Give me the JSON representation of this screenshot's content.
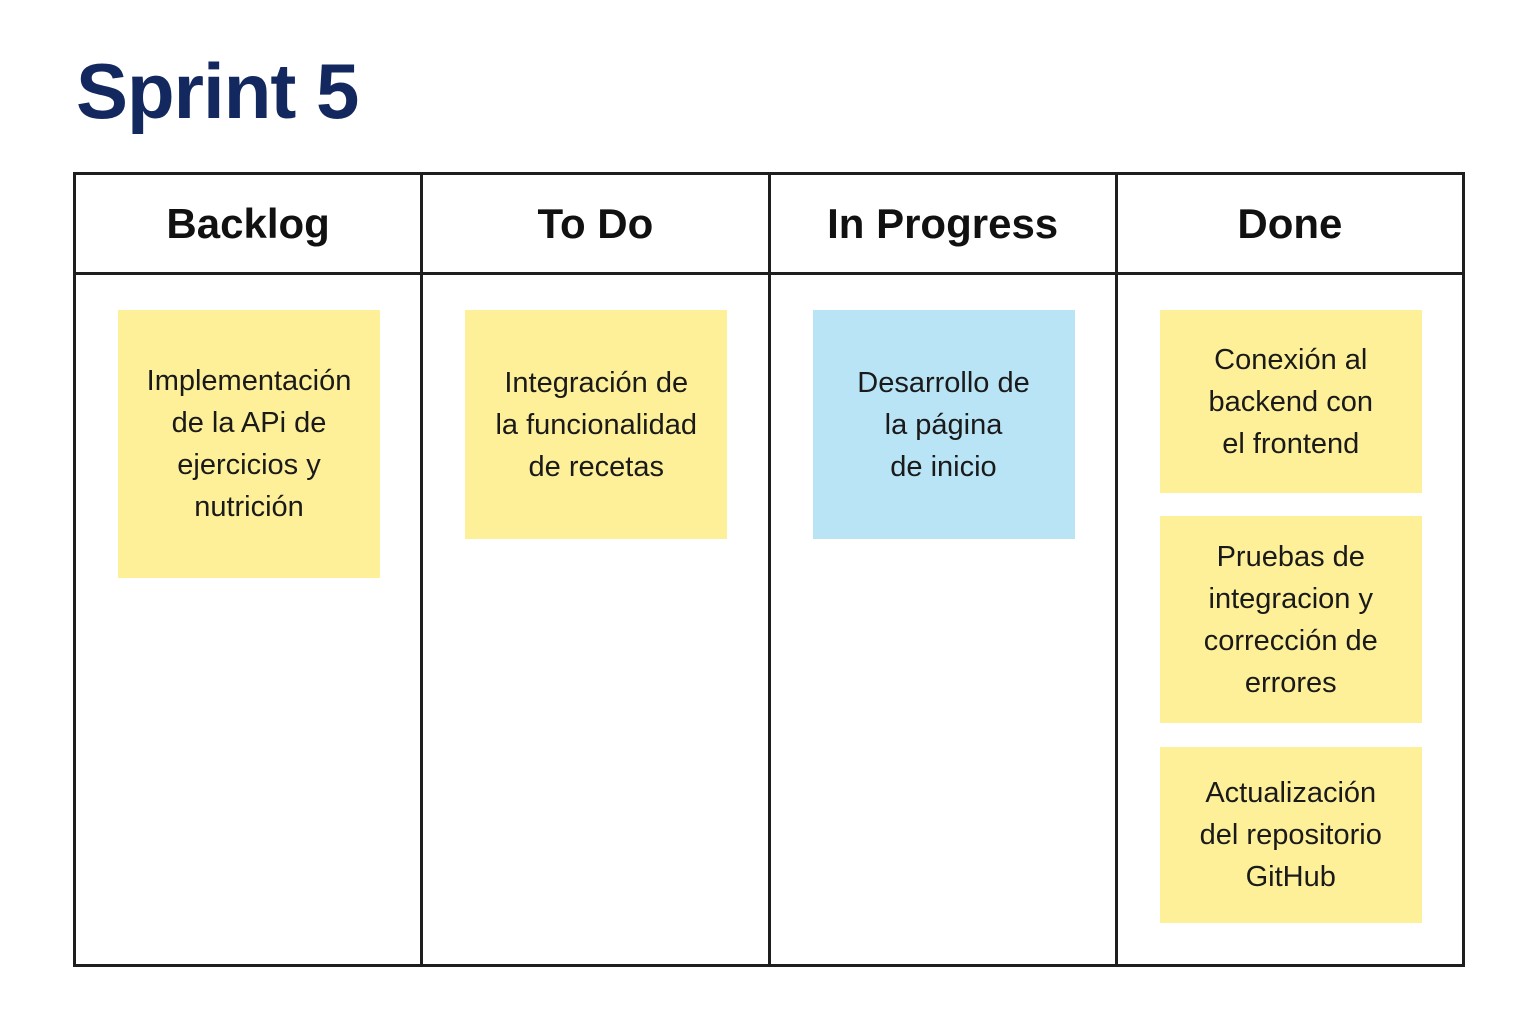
{
  "title": "Sprint 5",
  "colors": {
    "title": "#13285e",
    "grid_line": "#1e1e1e",
    "note_yellow": "#fdf099",
    "note_blue": "#b9e4f6"
  },
  "columns": [
    {
      "header": "Backlog",
      "notes": [
        {
          "text": "Implementación\nde la APi de\nejercicios y\nnutrición",
          "color": "yellow"
        }
      ]
    },
    {
      "header": "To Do",
      "notes": [
        {
          "text": "Integración de\nla funcionalidad\nde recetas",
          "color": "yellow"
        }
      ]
    },
    {
      "header": "In Progress",
      "notes": [
        {
          "text": "Desarrollo de\nla página\nde inicio",
          "color": "blue"
        }
      ]
    },
    {
      "header": "Done",
      "notes": [
        {
          "text": "Conexión al\nbackend con\nel frontend",
          "color": "yellow"
        },
        {
          "text": "Pruebas de\nintegracion y\ncorrección de\nerrores",
          "color": "yellow"
        },
        {
          "text": "Actualización\ndel repositorio\nGitHub",
          "color": "yellow"
        }
      ]
    }
  ]
}
